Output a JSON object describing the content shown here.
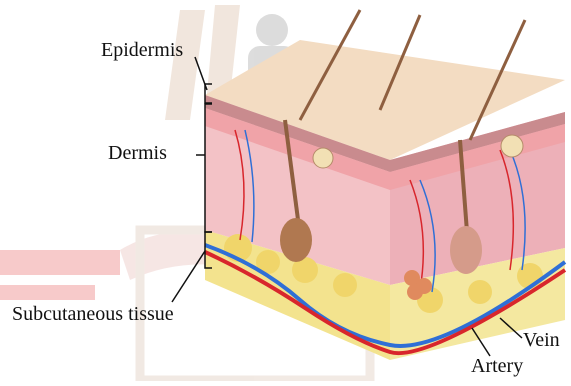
{
  "labels": {
    "epidermis": "Epidermis",
    "dermis": "Dermis",
    "subcutaneous": "Subcutaneous tissue",
    "vein": "Vein",
    "artery": "Artery"
  },
  "colors": {
    "epidermis_top": "#f3dcc2",
    "dermis": "#f1c3c6",
    "subcutaneous_fat": "#f3e38e",
    "vein": "#2f6fd6",
    "artery": "#d8262c",
    "hair": "#8e5f40",
    "watermark": "#c9b2a2"
  },
  "icons": [
    "human-silhouette-watermark-icon",
    "hair-follicle-icon",
    "sweat-gland-icon",
    "sebaceous-gland-icon"
  ]
}
